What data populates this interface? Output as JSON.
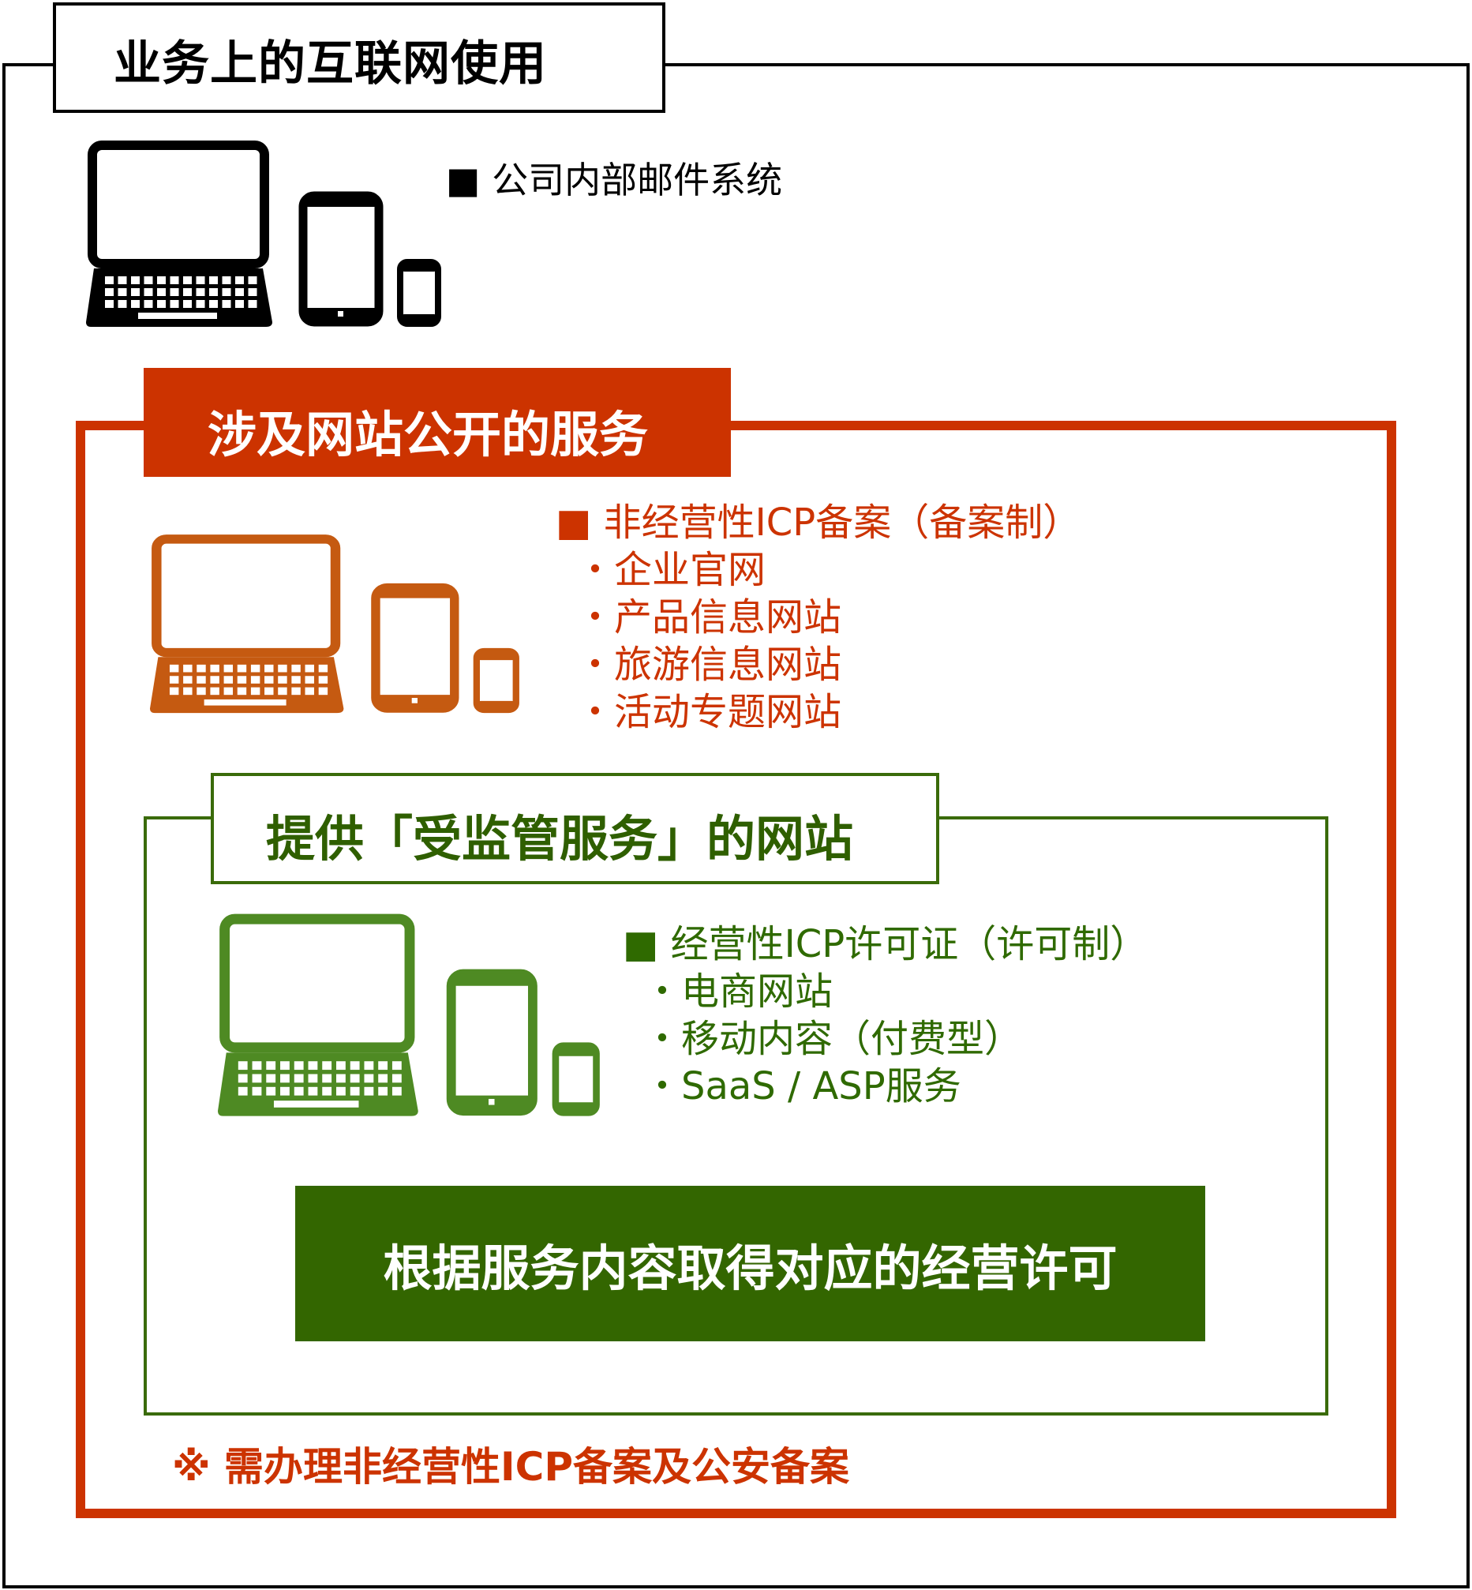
{
  "title": "业务上的互联网使用",
  "internal": {
    "bullet": "■",
    "item": "公司内部邮件系统"
  },
  "public_section": {
    "header": "涉及网站公开的服务",
    "heading": "■  非经营性ICP备案（备案制）",
    "items": [
      "・企业官网",
      "・产品信息网站",
      "・旅游信息网站",
      "・活动专题网站"
    ]
  },
  "regulated_section": {
    "header": "提供「受监管服务」的网站",
    "heading": "■  经营性ICP许可证（许可制）",
    "items": [
      "・电商网站",
      "・移动内容（付费型）",
      "・SaaS / ASP服务"
    ],
    "action": "根据服务内容取得对应的经营许可"
  },
  "footnote": "※ 需办理非经营性ICP备案及公安备案",
  "colors": {
    "black": "#000000",
    "red": "#cc3300",
    "orange": "#c55a11",
    "green": "#4e8a23",
    "dark_green": "#336600"
  }
}
